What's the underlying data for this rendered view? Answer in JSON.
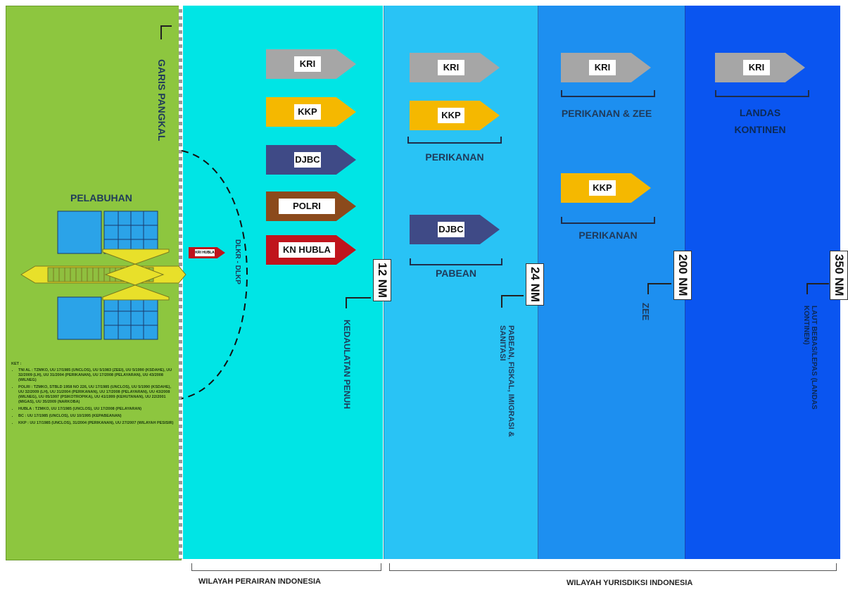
{
  "zones": {
    "land": {
      "color": "#8dc63f"
    },
    "territorial": {
      "color": "#00e5e5"
    },
    "contiguous": {
      "color": "#29c3f5"
    },
    "zee": {
      "color": "#1d8ff0"
    },
    "continental": {
      "color": "#0a55f0"
    }
  },
  "baseline_label": "GARIS PANGKAL",
  "port_label": "PELABUHAN",
  "dlkr_label": "DLKR - DLKP",
  "ship_tag": "KRI HUBLA",
  "agency_colors": {
    "KRI": "#a6a6a6",
    "KKP": "#f5b800",
    "DJBC": "#3f4a86",
    "POLRI": "#8b4a1c",
    "KN HUBLA": "#c0141c"
  },
  "territorial": {
    "agencies": [
      "KRI",
      "KKP",
      "DJBC",
      "POLRI",
      "KN HUBLA"
    ],
    "nm_label": "12 NM",
    "description": "KEDAULATAN PENUH"
  },
  "contiguous": {
    "agencies": [
      "KRI",
      "KKP",
      "DJBC"
    ],
    "bracket_labels": [
      "PERIKANAN",
      "PABEAN"
    ],
    "nm_label": "24 NM",
    "description": "PABEAN, FISKAL, IMIGRASI & SANITASI"
  },
  "zee": {
    "agencies": [
      "KRI",
      "KKP"
    ],
    "bracket_labels": [
      "PERIKANAN & ZEE",
      "PERIKANAN"
    ],
    "nm_label": "200 NM",
    "description": "ZEE"
  },
  "continental": {
    "agencies": [
      "KRI"
    ],
    "bracket_labels": [
      "LANDAS KONTINEN"
    ],
    "nm_label": "350 NM",
    "description": "LAUT BEBAS/LEPAS (LANDAS KONTINEN)"
  },
  "key": {
    "title": "KET :",
    "items": [
      "TNI AL : TZMKO, UU 17/1985 (UNCLOS), UU 5/1983 (ZEEI), UU 5/1990 (KSDAHE), UU 32/2009 (LH), UU 31/2004 (PERIKANAN), UU 17/2008 (PELAYARAN), UU 43/2008 (WILNEG)",
      "POLRI : TZMKO, STBLD 1958 NO 226, UU 17/1985 (UNCLOS), UU 5/1990 (KSDAHE), UU 32/2009 (LH), UU 31/2004 (PERIKANAN), UU 17/2008 (PELAYARAN), UU 43/2008 (WILNEG), UU 05/1997 (PSIKOTROPIKA), UU 41/1999 (KEHUTANAN), UU 22/2001 (MIGAS), UU 35/2009 (NARKOBA)",
      "HUBLA : TZMKO, UU 17/1985 (UNCLOS), UU 17/2008 (PELAYARAN)",
      "BC : UU 17/1985 (UNCLOS), UU 10/1995 (KEPABEANAN)",
      "KKP : UU 17/1985 (UNCLOS), 31/2004 (PERIKANAN), UU 27/2007 (WILAYAH PESISIR)"
    ]
  },
  "footer": {
    "left": "WILAYAH PERAIRAN INDONESIA",
    "right": "WILAYAH YURISDIKSI INDONESIA"
  }
}
